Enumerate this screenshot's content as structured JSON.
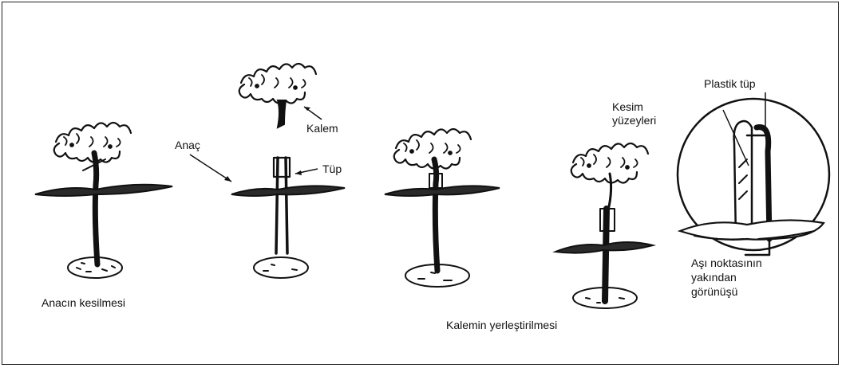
{
  "labels": {
    "step1": "Anacın kesilmesi",
    "anac": "Anaç",
    "kalem": "Kalem",
    "tup": "Tüp",
    "step2": "Kalemin yerleştirilmesi",
    "kesim_line1": "Kesim",
    "kesim_line2": "yüzeyleri",
    "plastik": "Plastik tüp",
    "closeup_line1": "Aşı noktasının",
    "closeup_line2": "yakından",
    "closeup_line3": "görünüşü"
  },
  "colors": {
    "ink": "#111111",
    "leaf": "#2a2a2a",
    "background": "#ffffff"
  }
}
